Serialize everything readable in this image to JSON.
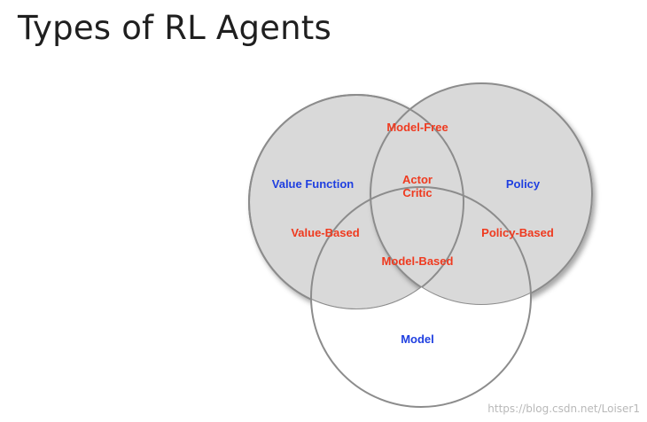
{
  "title": "Types of RL Agents",
  "diagram": {
    "type": "venn",
    "sets": {
      "value_function": "Value Function",
      "policy": "Policy",
      "model": "Model"
    },
    "regions": {
      "model_free": "Model-Free",
      "actor_critic_line1": "Actor",
      "actor_critic_line2": "Critic",
      "value_based": "Value-Based",
      "policy_based": "Policy-Based",
      "model_based": "Model-Based"
    },
    "colors": {
      "set_label": "#1f3fe0",
      "region_label": "#ef3a1f",
      "circle_fill_shaded": "#d9d9d9",
      "circle_fill_model": "#ffffff",
      "circle_stroke": "#8c8c8c"
    }
  },
  "watermark": "https://blog.csdn.net/Loiser1"
}
